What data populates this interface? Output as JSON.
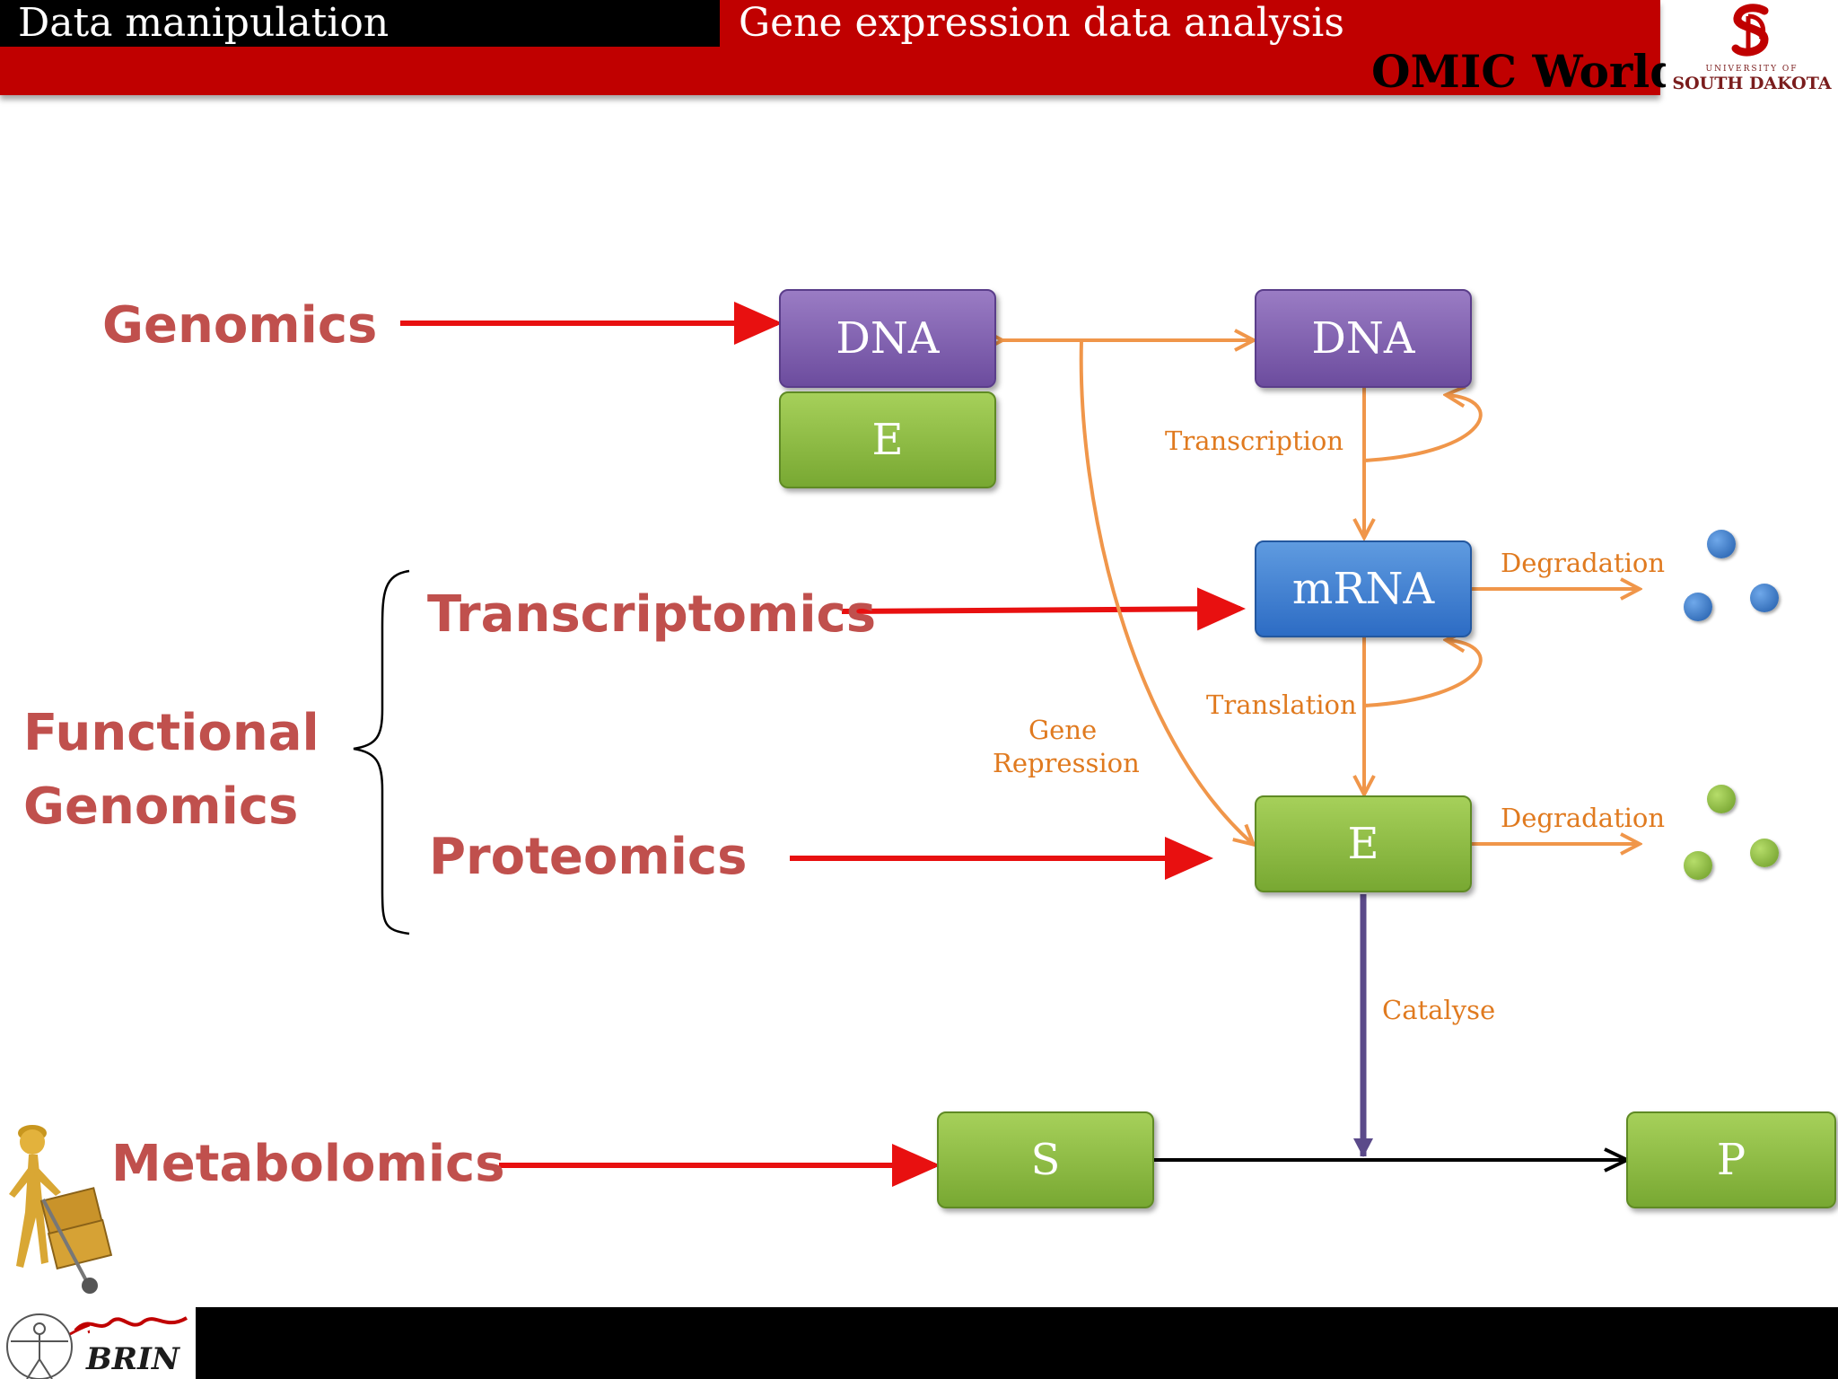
{
  "header": {
    "left_title": "Data manipulation",
    "right_title": "Gene expression data analysis",
    "omic_world": "OMIC World",
    "university_small": "UNIVERSITY OF",
    "university_name": "SOUTH DAKOTA"
  },
  "omics": {
    "genomics": "Genomics",
    "transcriptomics": "Transcriptomics",
    "functional_line1": "Functional",
    "functional_line2": "Genomics",
    "proteomics": "Proteomics",
    "metabolomics": "Metabolomics"
  },
  "boxes": {
    "dna_left": "DNA",
    "e_left": "E",
    "dna_right": "DNA",
    "mrna": "mRNA",
    "e_right": "E",
    "s": "S",
    "p": "P"
  },
  "labels": {
    "transcription": "Transcription",
    "degradation_mrna": "Degradation",
    "translation": "Translation",
    "gene_line1": "Gene",
    "gene_line2": "Repression",
    "degradation_protein": "Degradation",
    "catalyse": "Catalyse"
  },
  "footer": {
    "brin": "BRIN"
  },
  "colors": {
    "header_red": "#c00000",
    "omics_text": "#c0504d",
    "arrow_red": "#e81010",
    "arrow_orange": "#f0964a",
    "dna_purple": "#7b5aab",
    "gene_green": "#8bbd42",
    "mrna_blue": "#3a78cc",
    "catalyse_purple": "#5b4a8a"
  },
  "icons": [
    "usd-logo-icon",
    "worker-figure-icon",
    "vitruvian-brin-logo-icon"
  ]
}
